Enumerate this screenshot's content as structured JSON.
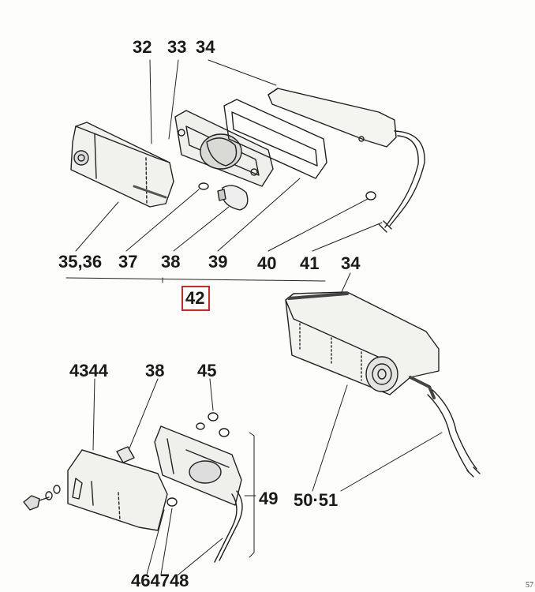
{
  "callouts": {
    "c32": "32",
    "c33": "33",
    "c34a": "34",
    "c3536": "35,36",
    "c37": "37",
    "c38a": "38",
    "c39": "39",
    "c40": "40",
    "c41": "41",
    "c34b": "34",
    "c42": "42",
    "c4344": "4344",
    "c38b": "38",
    "c45": "45",
    "c49": "49",
    "c5051": "50·51",
    "c464748": "464748"
  },
  "page_number": "57",
  "colors": {
    "highlight": "#d0262b",
    "ink": "#1a1a1a"
  }
}
